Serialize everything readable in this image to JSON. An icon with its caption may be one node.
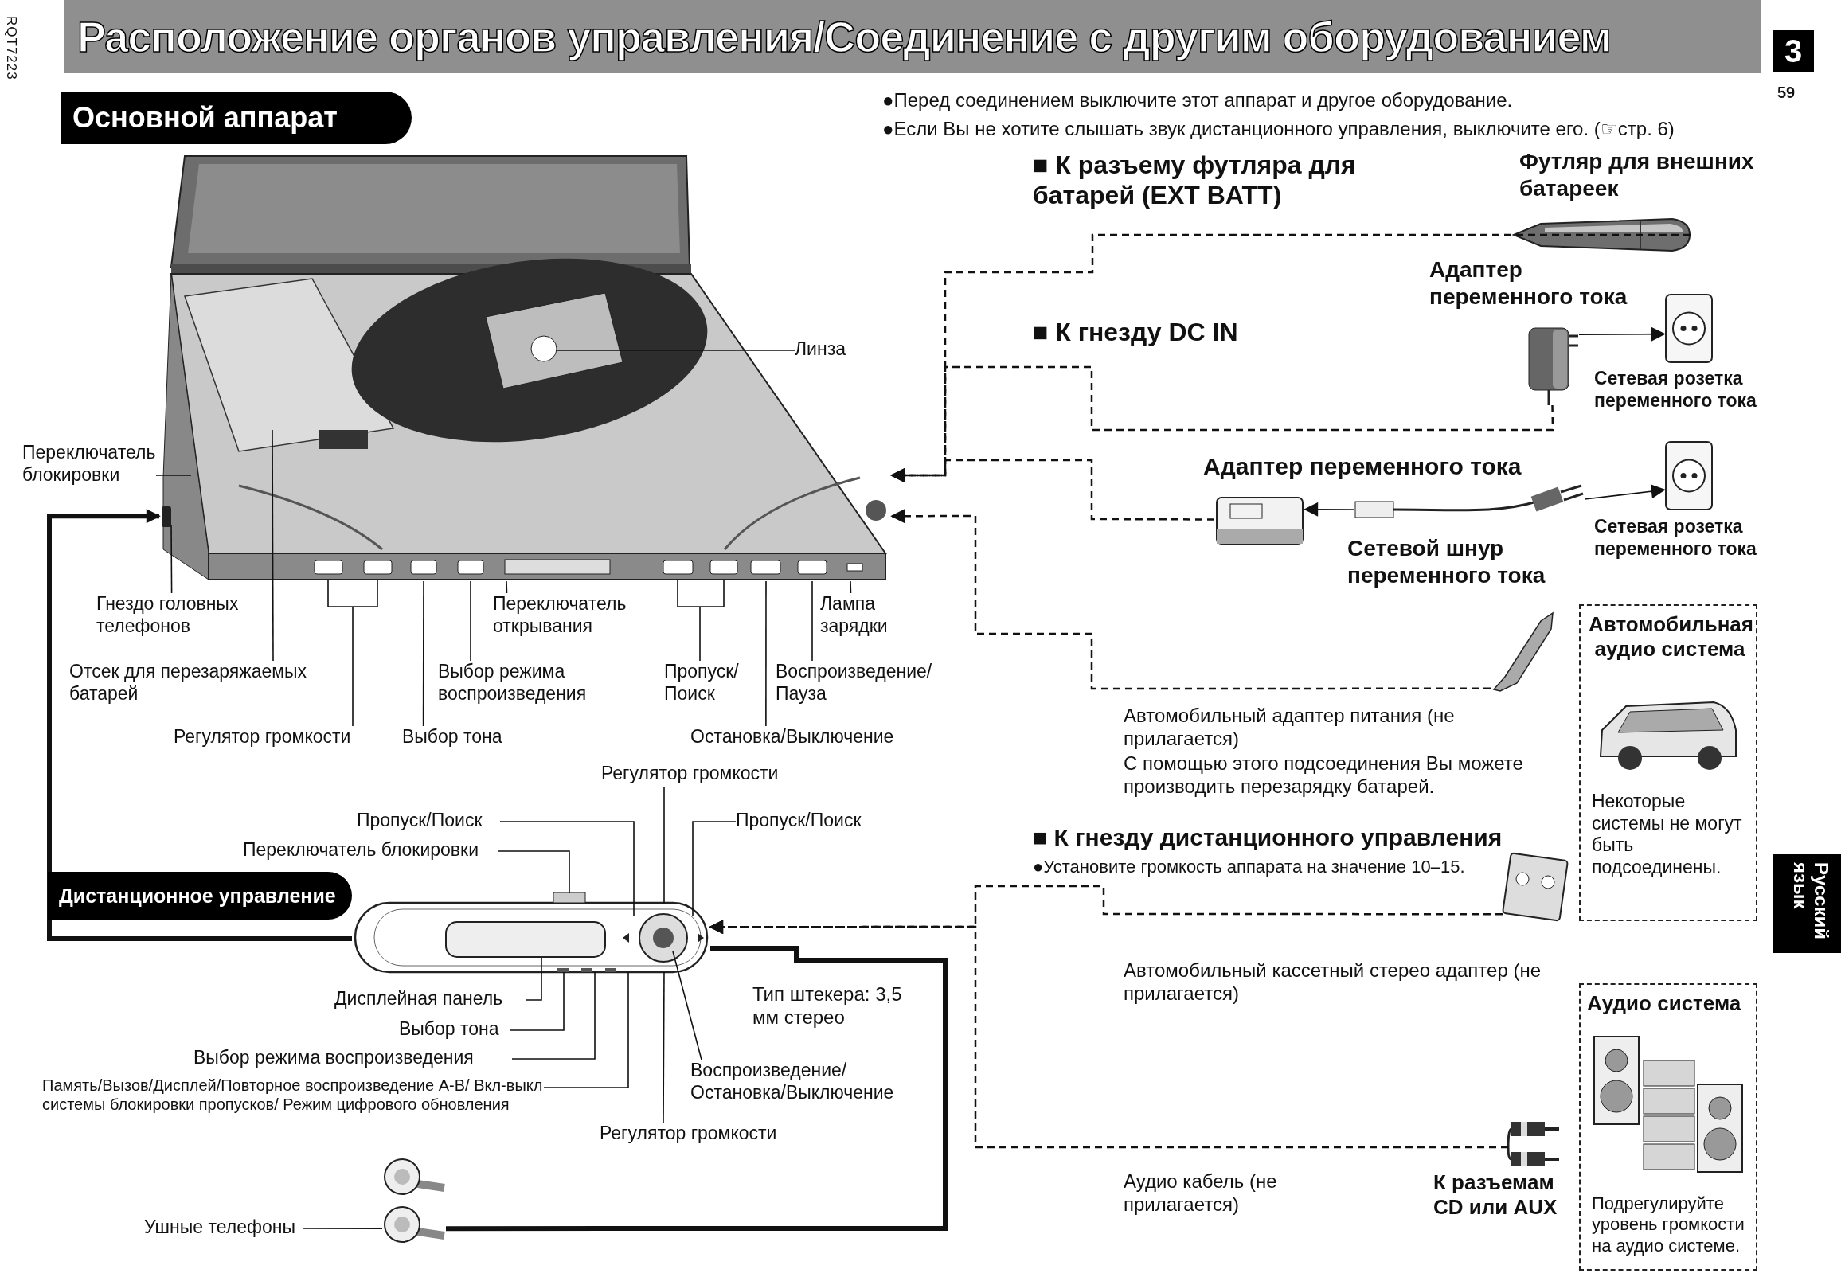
{
  "diagram": {
    "title": "Расположение органов управления/Соединение с другим оборудованием",
    "nodes": [
      {
        "text": [],
        "shape": "picture"
      },
      {
        "text": [],
        "shape": "picture"
      },
      {
        "text": [],
        "shape": "picture"
      },
      {
        "text": [],
        "shape": "picture",
        "beside": [
          "Футляр для внешних батареек"
        ]
      },
      {
        "text": [],
        "shape": "picture",
        "beside": [
          "Адаптер переменного тока"
        ]
      },
      {
        "text": [],
        "shape": "picture",
        "beside": [
          "Сетевая розетка переменного тока"
        ]
      },
      {
        "text": [],
        "shape": "picture",
        "beside": [
          "Адаптер переменного тока"
        ]
      },
      {
        "text": [],
        "shape": "picture",
        "beside": [
          "Сетевой шнур переменного тока"
        ]
      },
      {
        "text": [],
        "shape": "picture",
        "beside": [
          "Сетевая розетка переменного тока"
        ]
      },
      {
        "text": [],
        "shape": "picture",
        "beside": [
          "Автомобильный адаптер питания (не прилагается)",
          "С помощью этого подсоединения Вы можете производить перезарядку батарей."
        ]
      },
      {
        "text": [
          "Автомобильная аудио система",
          "Некоторые системы не могут быть подсоединены."
        ]
      },
      {
        "text": [],
        "shape": "picture",
        "in": 10
      },
      {
        "text": [],
        "shape": "picture",
        "beside": [
          "Автомобильный кассетный стерео адаптер (не прилагается)"
        ]
      },
      {
        "text": [
          "Аудио система",
          "Подрегулируйте уровень громкости на аудио системе."
        ]
      },
      {
        "text": [],
        "shape": "picture",
        "in": 13
      },
      {
        "text": [],
        "shape": "picture",
        "beside": [
          "К разъемам CD или AUX"
        ]
      },
      {
        "text": [
          "Линза"
        ]
      },
      {
        "text": [
          "Переключатель блокировки"
        ]
      },
      {
        "text": [
          "Гнездо головных телефонов"
        ]
      },
      {
        "text": [
          "Отсек для перезаряжаемых батарей"
        ]
      },
      {
        "text": [
          "Регулятор громкости"
        ]
      },
      {
        "text": [
          "Выбор тона"
        ]
      },
      {
        "text": [
          "Выбор режима воспроизведения"
        ]
      },
      {
        "text": [
          "Переключатель открывания"
        ]
      },
      {
        "text": [
          "Пропуск/ Поиск"
        ]
      },
      {
        "text": [
          "Остановка/Выключение"
        ]
      },
      {
        "text": [
          "Воспроизведение/ Пауза"
        ]
      },
      {
        "text": [
          "Лампа зарядки"
        ]
      },
      {
        "text": [
          "Регулятор громкости"
        ]
      },
      {
        "text": [
          "Пропуск/Поиск"
        ]
      },
      {
        "text": [
          "Переключатель блокировки"
        ]
      },
      {
        "text": [
          "Пропуск/Поиск"
        ]
      },
      {
        "text": [
          "Дисплейная панель"
        ]
      },
      {
        "text": [
          "Выбор тона"
        ]
      },
      {
        "text": [
          "Выбор режима воспроизведения"
        ]
      },
      {
        "text": [
          "Память/Вызов/Дисплей/Повторное воспроизведение A-B/ Вкл-выкл системы блокировки пропусков/ Режим цифрового обновления"
        ]
      },
      {
        "text": [
          "Воспроизведение/ Остановка/Выключение"
        ]
      },
      {
        "text": [
          "Регулятор громкости"
        ]
      },
      {
        "text": [
          "Ушные телефоны"
        ]
      }
    ],
    "edges": [
      {
        "from": 3,
        "to": 0,
        "arrow": "to",
        "style": "dashed"
      },
      {
        "from": 4,
        "to": 0,
        "arrow": "to",
        "style": "dashed"
      },
      {
        "from": 6,
        "to": 0,
        "arrow": "to",
        "style": "dashed"
      },
      {
        "from": 9,
        "to": 0,
        "arrow": "to",
        "style": "dashed"
      },
      {
        "from": 4,
        "to": 5,
        "arrow": "to"
      },
      {
        "from": 7,
        "to": 6,
        "arrow": "to"
      },
      {
        "from": 7,
        "to": 8,
        "arrow": "to"
      },
      {
        "from": 1,
        "to": 0,
        "arrow": "to",
        "style": "thick"
      },
      {
        "from": 2,
        "to": 1,
        "arrow": "none",
        "style": "thick"
      },
      {
        "from": 12,
        "to": 1,
        "arrow": "to",
        "style": "dashed"
      },
      {
        "from": 15,
        "to": 1,
        "arrow": "to",
        "style": "dashed"
      },
      {
        "from": 16,
        "to": 0,
        "arrow": "none"
      },
      {
        "from": 17,
        "to": 0,
        "arrow": "none"
      },
      {
        "from": 18,
        "to": 0,
        "arrow": "none"
      },
      {
        "from": 19,
        "to": 0,
        "arrow": "none"
      },
      {
        "from": 20,
        "to": 0,
        "arrow": "none"
      },
      {
        "from": 21,
        "to": 0,
        "arrow": "none"
      },
      {
        "from": 22,
        "to": 0,
        "arrow": "none"
      },
      {
        "from": 23,
        "to": 0,
        "arrow": "none"
      },
      {
        "from": 24,
        "to": 0,
        "arrow": "none"
      },
      {
        "from": 25,
        "to": 0,
        "arrow": "none"
      },
      {
        "from": 26,
        "to": 0,
        "arrow": "none"
      },
      {
        "from": 27,
        "to": 0,
        "arrow": "none"
      },
      {
        "from": 28,
        "to": 1,
        "arrow": "none"
      },
      {
        "from": 29,
        "to": 1,
        "arrow": "none"
      },
      {
        "from": 30,
        "to": 1,
        "arrow": "none"
      },
      {
        "from": 31,
        "to": 1,
        "arrow": "none"
      },
      {
        "from": 32,
        "to": 1,
        "arrow": "none"
      },
      {
        "from": 33,
        "to": 1,
        "arrow": "none"
      },
      {
        "from": 34,
        "to": 1,
        "arrow": "none"
      },
      {
        "from": 35,
        "to": 1,
        "arrow": "none"
      },
      {
        "from": 36,
        "to": 1,
        "arrow": "none"
      },
      {
        "from": 37,
        "to": 1,
        "arrow": "none"
      },
      {
        "from": 38,
        "to": 2,
        "arrow": "none"
      }
    ],
    "labels": [
      "RQT7223",
      "3",
      "59",
      "Основной аппарат",
      "●Перед соединением выключите этот аппарат и другое оборудование.",
      "●Если Вы не хотите слышать звук дистанционного управления, выключите его. (☞стр. 6)",
      "■ К разъему футляра для батарей (EXT BATT)",
      "■ К гнезду DC IN",
      "Дистанционное управление",
      "Тип штекера: 3,5 мм стерео",
      "■ К гнезду дистанционного управления",
      "●Установите громкость аппарата на значение 10–15.",
      "Аудио кабель (не прилагается)",
      "Русский язык"
    ]
  }
}
